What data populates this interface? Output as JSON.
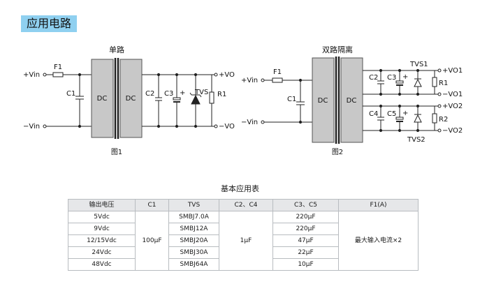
{
  "section_title": "应用电路",
  "circuit1": {
    "title": "单路",
    "fig_label": "图1",
    "labels": {
      "vin_pos": "+Vin",
      "vin_neg": "−Vin",
      "f1": "F1",
      "c1": "C1",
      "dc_in": "DC",
      "dc_out": "DC",
      "c2": "C2",
      "c3": "C3",
      "plus": "+",
      "tvs": "TVS",
      "r1": "R1",
      "vo_pos": "+VO",
      "vo_neg": "−VO"
    }
  },
  "circuit2": {
    "title": "双路隔离",
    "fig_label": "图2",
    "labels": {
      "vin_pos": "+Vin",
      "vin_neg": "−Vin",
      "f1": "F1",
      "c1": "C1",
      "dc_in": "DC",
      "dc_out": "DC",
      "c2": "C2",
      "c3": "C3",
      "plus1": "+",
      "tvs1": "TVS1",
      "r1": "R1",
      "vo1_pos": "+VO1",
      "vo1_neg": "−VO1",
      "c4": "C4",
      "c5": "C5",
      "plus2": "+",
      "tvs2": "TVS2",
      "r2": "R2",
      "vo2_pos": "+VO2",
      "vo2_neg": "−VO2"
    }
  },
  "table": {
    "caption": "基本应用表",
    "headers": [
      "输出电压",
      "C1",
      "TVS",
      "C2、C4",
      "C3、C5",
      "F1(A)"
    ],
    "rows": [
      {
        "vout": "5Vdc",
        "tvs": "SMBJ7.0A",
        "c35": "220μF"
      },
      {
        "vout": "9Vdc",
        "tvs": "SMBJ12A",
        "c35": "220μF"
      },
      {
        "vout": "12/15Vdc",
        "tvs": "SMBJ20A",
        "c35": "47μF"
      },
      {
        "vout": "24Vdc",
        "tvs": "SMBJ30A",
        "c35": "22μF"
      },
      {
        "vout": "48Vdc",
        "tvs": "SMBJ64A",
        "c35": "10μF"
      }
    ],
    "c1_value": "100μF",
    "c24_value": "1μF",
    "f1_value": "最大输入电流×2"
  }
}
